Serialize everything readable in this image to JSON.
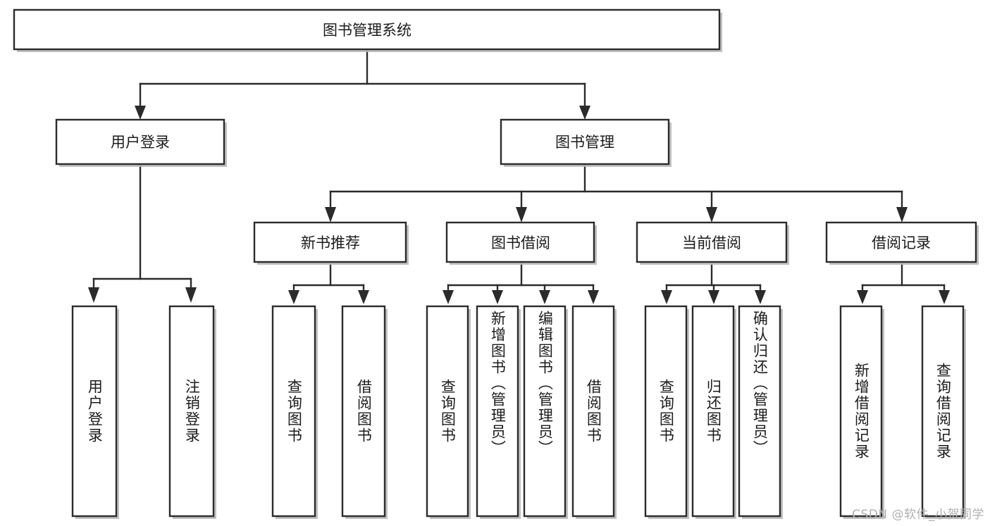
{
  "diagram": {
    "type": "tree-hierarchy",
    "title": "图书管理系统",
    "orientation": "top-down",
    "watermark": "CSDN @软件_小贺同学",
    "levels": [
      {
        "level": 1,
        "nodes": [
          {
            "id": "root",
            "label": "图书管理系统",
            "text_direction": "horizontal"
          }
        ]
      },
      {
        "level": 2,
        "nodes": [
          {
            "id": "login",
            "label": "用户登录",
            "text_direction": "horizontal",
            "parent": "root"
          },
          {
            "id": "bookmgmt",
            "label": "图书管理",
            "text_direction": "horizontal",
            "parent": "root"
          }
        ]
      },
      {
        "level": 3,
        "nodes": [
          {
            "id": "newbook",
            "label": "新书推荐",
            "text_direction": "horizontal",
            "parent": "bookmgmt"
          },
          {
            "id": "borrow",
            "label": "图书借阅",
            "text_direction": "horizontal",
            "parent": "bookmgmt"
          },
          {
            "id": "current",
            "label": "当前借阅",
            "text_direction": "horizontal",
            "parent": "bookmgmt"
          },
          {
            "id": "records",
            "label": "借阅记录",
            "text_direction": "horizontal",
            "parent": "bookmgmt"
          }
        ]
      },
      {
        "level": 4,
        "nodes": [
          {
            "id": "leaf-1",
            "label": "用户登录",
            "text_direction": "vertical",
            "parent": "login"
          },
          {
            "id": "leaf-2",
            "label": "注销登录",
            "text_direction": "vertical",
            "parent": "login"
          },
          {
            "id": "leaf-3",
            "label": "查询图书",
            "text_direction": "vertical",
            "parent": "newbook"
          },
          {
            "id": "leaf-4",
            "label": "借阅图书",
            "text_direction": "vertical",
            "parent": "newbook"
          },
          {
            "id": "leaf-5",
            "label": "查询图书",
            "text_direction": "vertical",
            "parent": "borrow"
          },
          {
            "id": "leaf-6",
            "label": "新增图书（管理员）",
            "text_direction": "vertical",
            "parent": "borrow"
          },
          {
            "id": "leaf-7",
            "label": "编辑图书（管理员）",
            "text_direction": "vertical",
            "parent": "borrow"
          },
          {
            "id": "leaf-8",
            "label": "借阅图书",
            "text_direction": "vertical",
            "parent": "borrow"
          },
          {
            "id": "leaf-9",
            "label": "查询图书",
            "text_direction": "vertical",
            "parent": "current"
          },
          {
            "id": "leaf-10",
            "label": "归还图书",
            "text_direction": "vertical",
            "parent": "current"
          },
          {
            "id": "leaf-11",
            "label": "确认归还（管理员）",
            "text_direction": "vertical",
            "parent": "current"
          },
          {
            "id": "leaf-12",
            "label": "新增借阅记录",
            "text_direction": "vertical",
            "parent": "records"
          },
          {
            "id": "leaf-13",
            "label": "查询借阅记录",
            "text_direction": "vertical",
            "parent": "records"
          }
        ]
      }
    ],
    "colors": {
      "background": "#ffffff",
      "box_fill": "#ffffff",
      "box_stroke": "#2b2b2b",
      "text": "#1b1b1b",
      "shadow": "#b9b9b9",
      "watermark": "#b0b0b0"
    }
  }
}
